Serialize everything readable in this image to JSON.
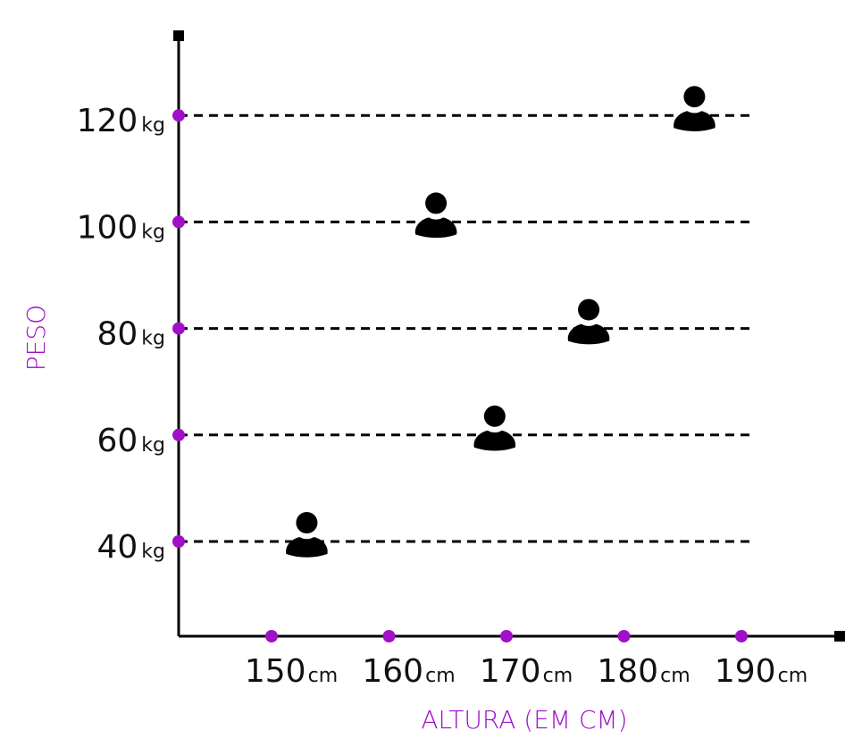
{
  "colors": {
    "axis": "#000000",
    "tick_dot": "#a010c8",
    "axis_title": "#a010c8",
    "marker": "#000000",
    "gridline": "#000000"
  },
  "chart_data": {
    "type": "scatter",
    "marker_icon": "person-icon",
    "xlabel": "ALTURA (EM CM)",
    "ylabel": "PESO",
    "x_ticks": [
      {
        "value": 150,
        "label": "150",
        "unit": "cm"
      },
      {
        "value": 160,
        "label": "160",
        "unit": "cm"
      },
      {
        "value": 170,
        "label": "170",
        "unit": "cm"
      },
      {
        "value": 180,
        "label": "180",
        "unit": "cm"
      },
      {
        "value": 190,
        "label": "190",
        "unit": "cm"
      }
    ],
    "y_ticks": [
      {
        "value": 40,
        "label": "40",
        "unit": "kg"
      },
      {
        "value": 60,
        "label": "60",
        "unit": "kg"
      },
      {
        "value": 80,
        "label": "80",
        "unit": "kg"
      },
      {
        "value": 100,
        "label": "100",
        "unit": "kg"
      },
      {
        "value": 120,
        "label": "120",
        "unit": "kg"
      }
    ],
    "xlim": [
      142,
      200
    ],
    "ylim": [
      22,
      135
    ],
    "grid": "horizontal dashed lines at y ticks",
    "points": [
      {
        "x": 153,
        "y": 40
      },
      {
        "x": 169,
        "y": 60
      },
      {
        "x": 177,
        "y": 80
      },
      {
        "x": 164,
        "y": 100
      },
      {
        "x": 186,
        "y": 120
      }
    ]
  }
}
